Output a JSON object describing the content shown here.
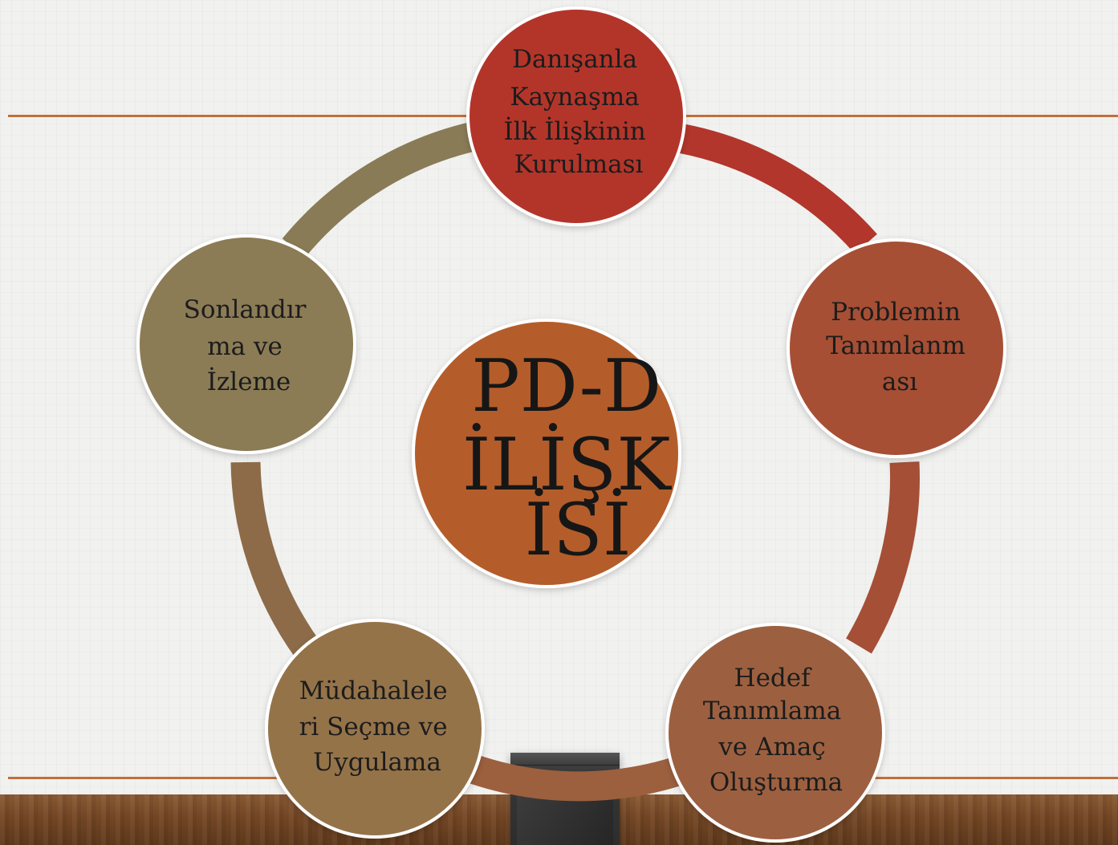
{
  "colors": {
    "background": "#f1f1f0",
    "rule": "#c0703a",
    "floor": "#744725",
    "clip": "#343434",
    "ring_segments": {
      "top_to_right": "#b2362b",
      "right_to_bottom_right": "#a54f36",
      "bottom_right_to_bottom_left": "#9c603f",
      "bottom_left_to_left": "#8d6b48",
      "left_to_top": "#897b56"
    },
    "center_fill": "#b45d2b",
    "node_fills": {
      "top": "#b3362b",
      "right": "#a65035",
      "bottom_right": "#9c6141",
      "bottom_left": "#957349",
      "left": "#8b7b56"
    },
    "outline": "#ffffff"
  },
  "diagram": {
    "center": {
      "lines": [
        "PD-D",
        "İLİŞK",
        "İSİ"
      ]
    },
    "nodes": [
      {
        "id": "top",
        "lines": [
          "Danışanla",
          "Kaynaşma",
          "İlk İlişkinin",
          "Kurulması"
        ]
      },
      {
        "id": "right",
        "lines": [
          "Problemin",
          "Tanımlanm",
          "ası"
        ]
      },
      {
        "id": "bottom_right",
        "lines": [
          "Hedef",
          "Tanımlama",
          "ve Amaç",
          "Oluşturma"
        ]
      },
      {
        "id": "bottom_left",
        "lines": [
          "Müdahalele",
          "ri Seçme ve",
          "Uygulama"
        ]
      },
      {
        "id": "left",
        "lines": [
          "Sonlandır",
          "ma ve",
          "İzleme"
        ]
      }
    ]
  },
  "icons": {
    "clip": "binder-clip-icon"
  }
}
